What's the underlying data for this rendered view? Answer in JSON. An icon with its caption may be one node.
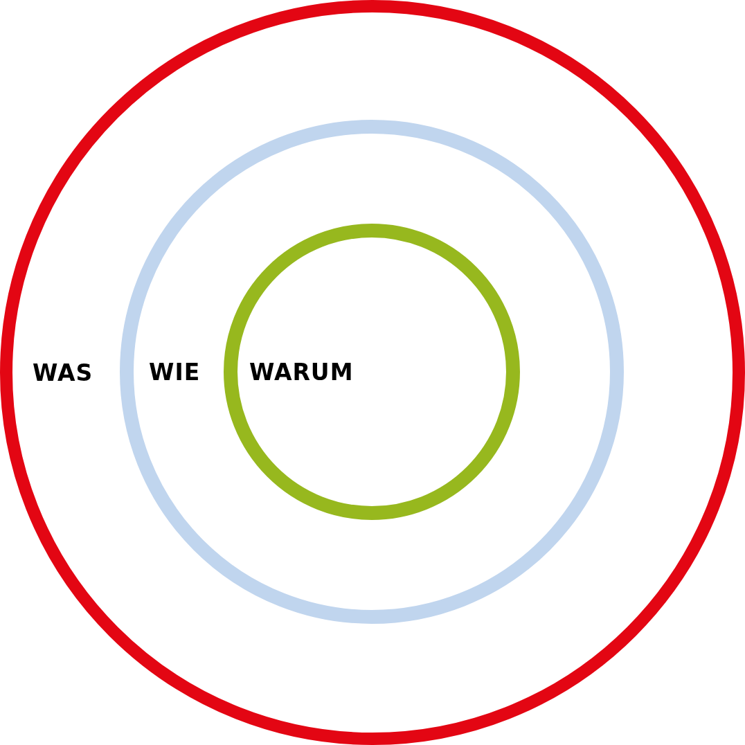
{
  "diagram": {
    "nodes": [
      {
        "text": [
          "WAS"
        ]
      },
      {
        "text": [
          "WIE"
        ],
        "in": 0
      },
      {
        "text": [
          "WARUM"
        ],
        "in": 1
      }
    ]
  }
}
